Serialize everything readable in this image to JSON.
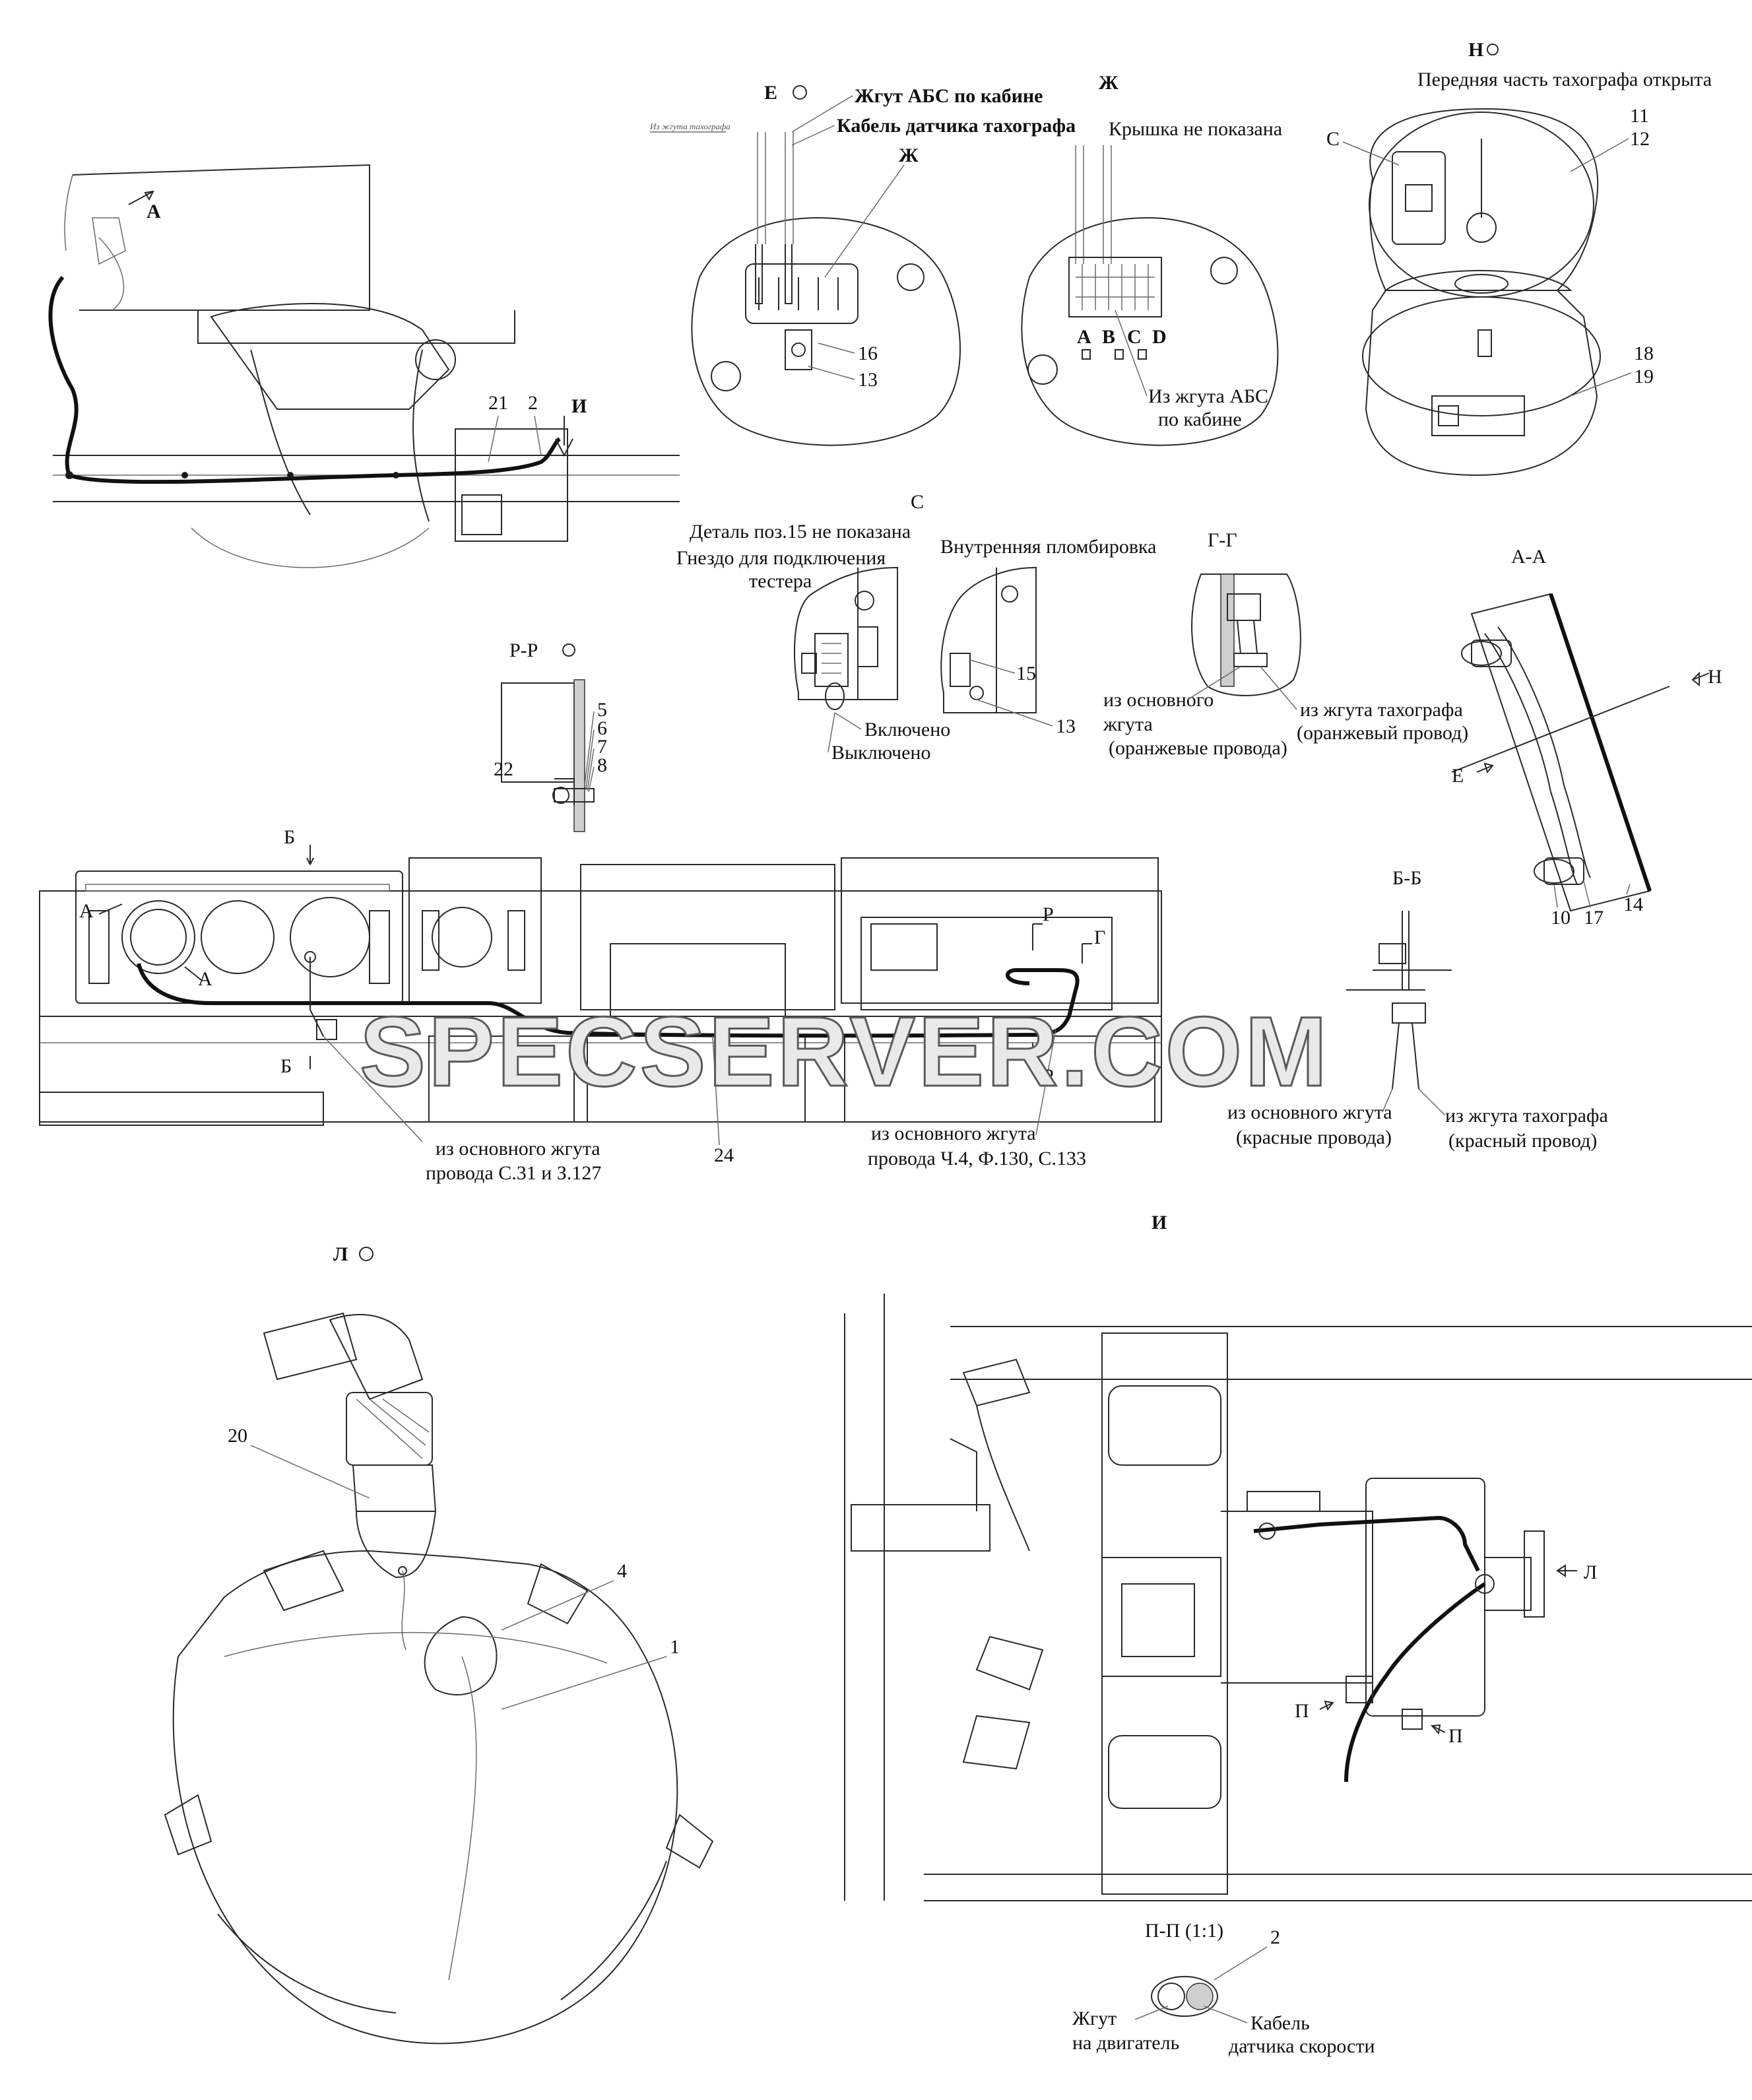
{
  "watermark": "SPECSERVER.COM",
  "view_E": {
    "title": "Е",
    "note_small": "Из жгута тахографа",
    "callout_1": "Жгут АБС по кабине",
    "callout_2": "Кабель датчика тахографа",
    "ref_view": "Ж",
    "num_16": "16",
    "num_13": "13"
  },
  "view_Zh": {
    "title": "Ж",
    "note": "Крышка не показана",
    "pin_A": "A",
    "pin_B": "B",
    "pin_C": "C",
    "pin_D": "D",
    "callout_1": "Из жгута АБС",
    "callout_2": "по кабине"
  },
  "view_N": {
    "title": "Н",
    "note": "Передняя часть тахографа открыта",
    "ref_C": "С",
    "num_11": "11",
    "num_12": "12",
    "num_18": "18",
    "num_19": "19"
  },
  "top_left_view": {
    "ref_A": "А",
    "ref_I": "И",
    "num_21": "21",
    "num_2": "2"
  },
  "view_C": {
    "title": "С",
    "note_1": "Деталь поз.15 не показана",
    "socket_1": "Гнездо для подключения",
    "socket_2": "тестера",
    "seal": "Внутренняя пломбировка",
    "on": "Включено",
    "off": "Выключено",
    "num_15": "15",
    "num_13": "13"
  },
  "section_GG": {
    "title": "Г-Г",
    "main_1": "из основного",
    "main_2": "жгута",
    "main_3": "(оранжевые провода)",
    "tacho_1": "из жгута тахографа",
    "tacho_2": "(оранжевый провод)"
  },
  "section_AA": {
    "title": "А-А",
    "ref_N": "Н",
    "ref_E": "Е",
    "num_10": "10",
    "num_17": "17",
    "num_14": "14"
  },
  "section_RR": {
    "title": "Р-Р",
    "num_5": "5",
    "num_6": "6",
    "num_7": "7",
    "num_8": "8",
    "num_22": "22"
  },
  "dashboard": {
    "ref_B_top": "Б",
    "ref_B_bottom": "Б",
    "ref_A_1": "А",
    "ref_A_2": "А",
    "ref_R_top": "Р",
    "ref_R_bottom": "Р",
    "ref_G_top": "Г",
    "ref_G_bottom": "Г",
    "num_24": "24",
    "callout_left_1": "из основного жгута",
    "callout_left_2": "провода С.31 и З.127",
    "callout_right_1": "из основного жгута",
    "callout_right_2": "провода Ч.4, Ф.130, С.133"
  },
  "section_BB": {
    "title": "Б-Б",
    "main_1": "из основного жгута",
    "main_2": "(красные провода)",
    "tacho_1": "из жгута тахографа",
    "tacho_2": "(красный провод)"
  },
  "view_L": {
    "title": "Л",
    "num_20": "20",
    "num_4": "4",
    "num_1": "1"
  },
  "view_I": {
    "title": "И",
    "ref_L": "Л",
    "ref_P_1": "П",
    "ref_P_2": "П"
  },
  "section_PP": {
    "title": "П-П (1:1)",
    "num_2": "2",
    "left_1": "Жгут",
    "left_2": "на двигатель",
    "right_1": "Кабель",
    "right_2": "датчика скорости"
  }
}
